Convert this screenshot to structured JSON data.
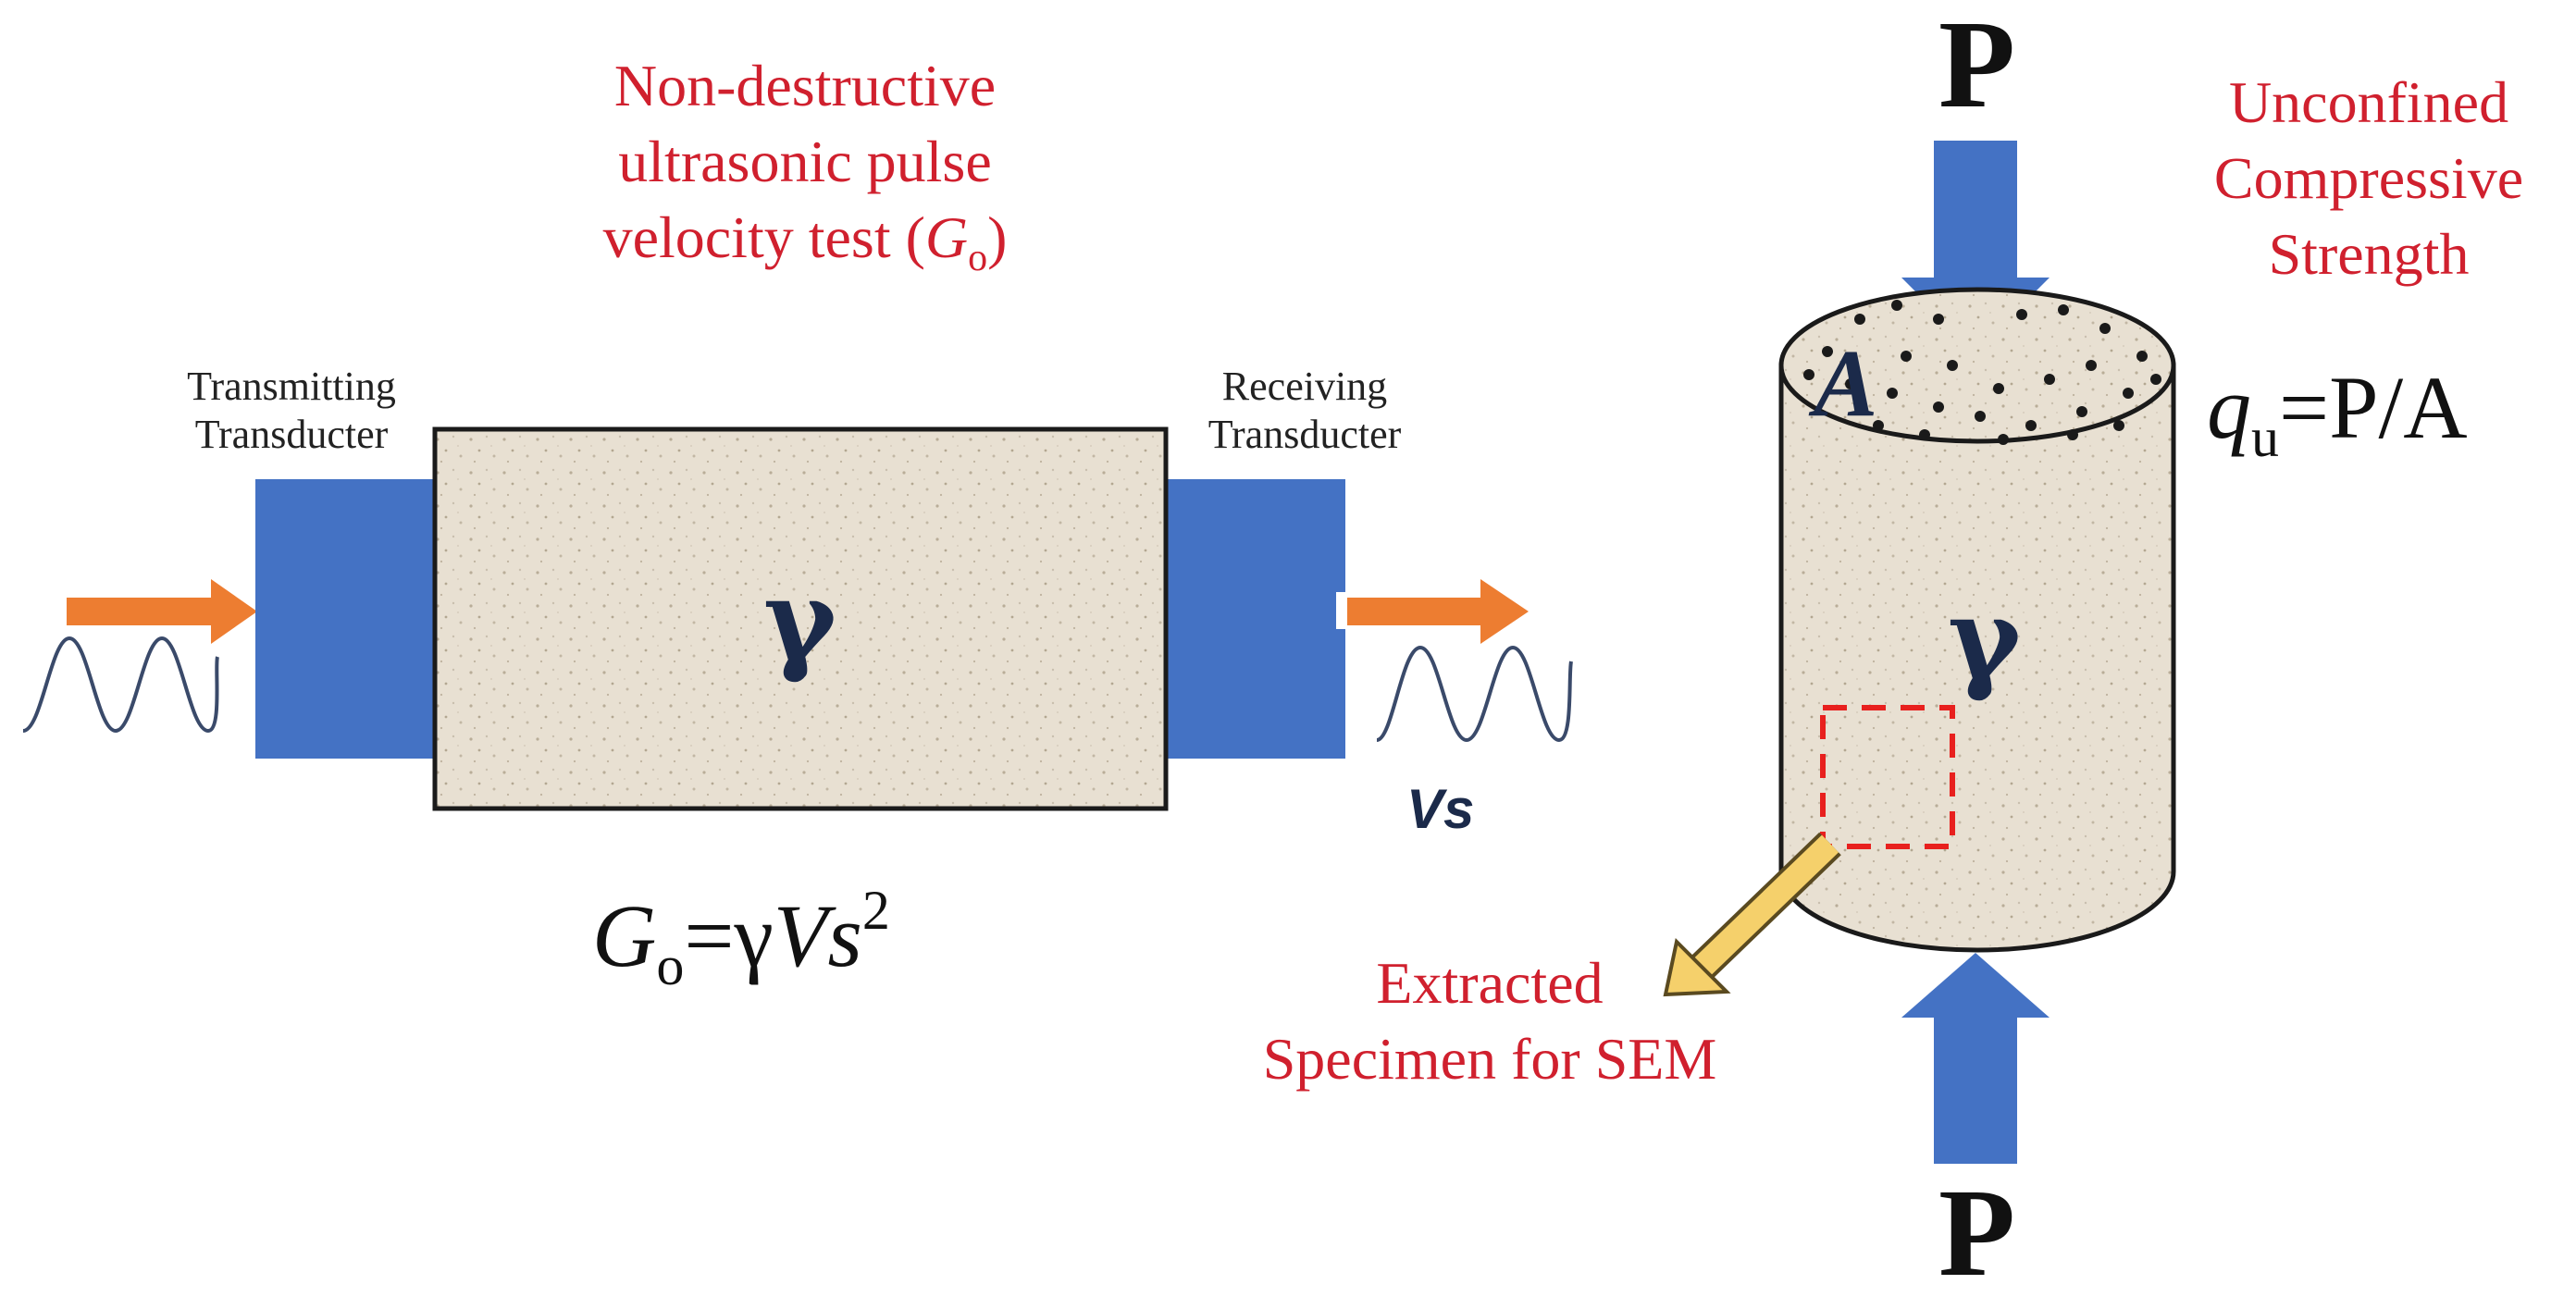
{
  "ultrasonic": {
    "title_lines": [
      "Non-destructive",
      "ultrasonic pulse",
      "velocity test ("
    ],
    "title_symbol": "G",
    "title_subscript": "o",
    "title_close": ")",
    "transmitter_label": [
      "Transmitting",
      "Transducter"
    ],
    "receiver_label": [
      "Receiving",
      "Transducter"
    ],
    "sample_symbol": "γ",
    "wave_label": "Vs",
    "equation": {
      "lhs": "G",
      "lhs_sub": "o",
      "op": "=γ",
      "var": "Vs",
      "exp": "2"
    }
  },
  "ucs": {
    "title_lines": [
      "Unconfined",
      "Compressive",
      "Strength"
    ],
    "load_top": "P",
    "load_bottom": "P",
    "area_symbol": "A",
    "sample_symbol": "γ",
    "equation": {
      "lhs": "q",
      "lhs_sub": "u",
      "rhs": "=P/A"
    },
    "sem_label": [
      "Extracted",
      "Specimen for SEM"
    ]
  },
  "colors": {
    "label_red": "#d0202e",
    "transducer_blue": "#4472c4",
    "input_arrow_orange": "#ed7d31",
    "sem_arrow_yellow": "#f5d06b",
    "specimen_beige": "#e8e0d2",
    "symbol_navy": "#1b2a4a",
    "sem_box_red": "#e8201e"
  }
}
